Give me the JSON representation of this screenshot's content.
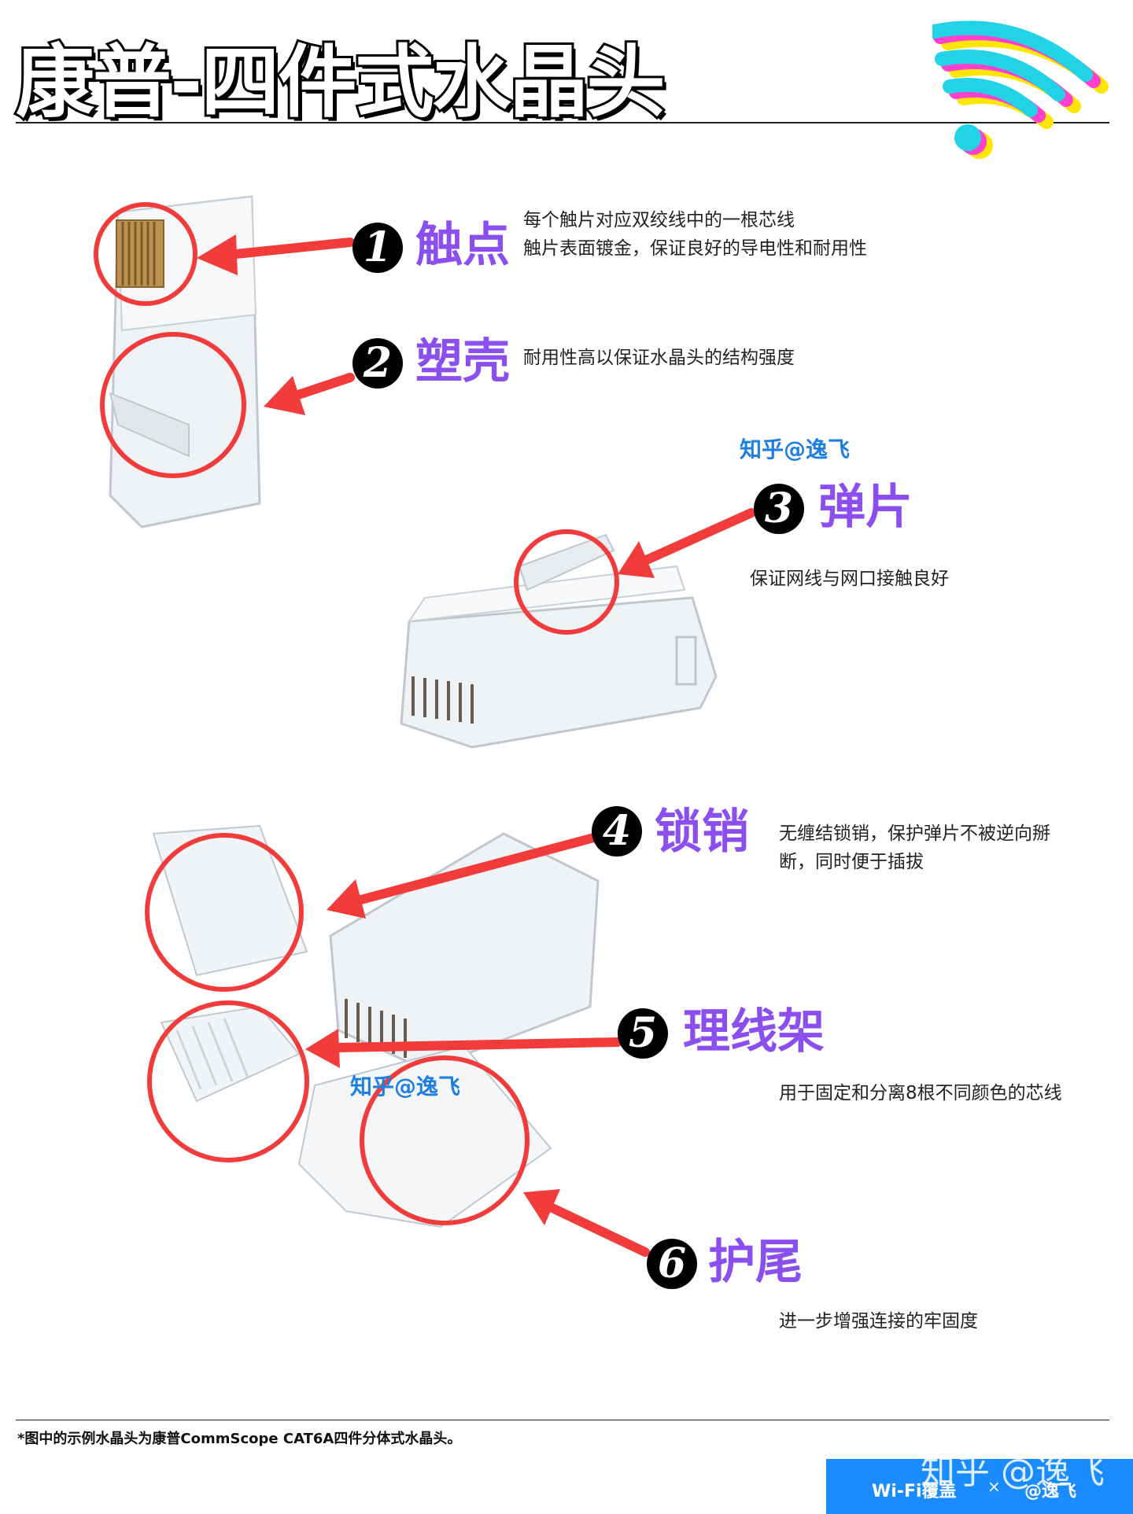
{
  "title": "康普-四件式水晶头",
  "parts": [
    {
      "num": "1",
      "label": "触点",
      "desc": [
        "每个触片对应双绞线中的一根芯线",
        "触片表面镀金，保证良好的导电性和耐用性"
      ]
    },
    {
      "num": "2",
      "label": "塑壳",
      "desc": [
        "耐用性高以保证水晶头的结构强度"
      ]
    },
    {
      "num": "3",
      "label": "弹片",
      "desc": [
        "保证网线与网口接触良好"
      ]
    },
    {
      "num": "4",
      "label": "锁销",
      "desc": [
        "无缠结锁销，保护弹片不被逆向掰",
        "断，同时便于插拔"
      ]
    },
    {
      "num": "5",
      "label": "理线架",
      "desc": [
        "用于固定和分离8根不同颜色的芯线"
      ]
    },
    {
      "num": "6",
      "label": "护尾",
      "desc": [
        "进一步增强连接的牢固度"
      ]
    }
  ],
  "watermarks": [
    "知乎@逸飞",
    "知乎@逸飞"
  ],
  "footnote": "*图中的示例水晶头为康普CommScope CAT6A四件分体式水晶头。",
  "badge": {
    "left": "Wi-Fi覆盖",
    "sep": "×",
    "right": "@逸飞",
    "overlay": "知乎 @逸飞"
  },
  "colors": {
    "accent": "#8b4ff0",
    "arrow": "#f23b3b",
    "watermark": "#1f7fe0",
    "badge": "#1a8cff"
  }
}
